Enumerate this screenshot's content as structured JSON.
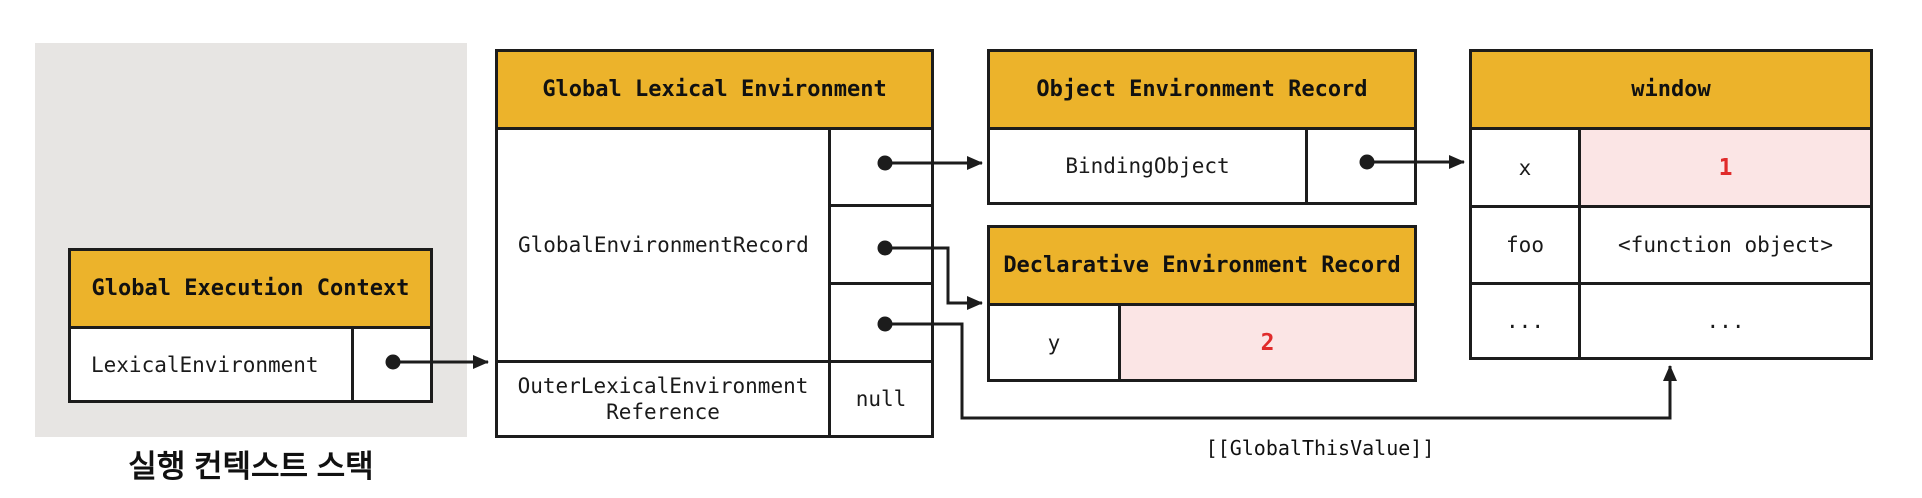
{
  "colors": {
    "header_bg": "#ECB32B",
    "highlight_bg": "#FBE5E5",
    "highlight_text": "#E02B2B",
    "panel_bg": "#E7E5E3",
    "border": "#1C1C1C"
  },
  "stack": {
    "caption": "실행 컨텍스트 스택"
  },
  "global_execution_context": {
    "title": "Global Execution Context",
    "lexical_environment_label": "LexicalEnvironment"
  },
  "global_lexical_environment": {
    "title": "Global Lexical Environment",
    "record_label": "GlobalEnvironmentRecord",
    "outer_reference_line1": "OuterLexicalEnvironment",
    "outer_reference_line2": "Reference",
    "outer_reference_value": "null"
  },
  "object_environment_record": {
    "title": "Object Environment Record",
    "binding_object_label": "BindingObject"
  },
  "declarative_environment_record": {
    "title": "Declarative Environment Record",
    "entries": [
      {
        "key": "y",
        "value": "2"
      }
    ]
  },
  "window_object": {
    "title": "window",
    "entries": [
      {
        "key": "x",
        "value": "1"
      },
      {
        "key": "foo",
        "value": "<function object>"
      },
      {
        "key": "...",
        "value": "..."
      }
    ]
  },
  "labels": {
    "global_this_value": "[[GlobalThisValue]]"
  }
}
